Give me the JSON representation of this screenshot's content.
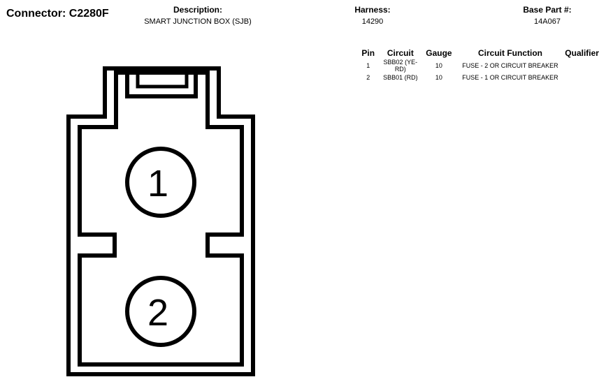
{
  "connector": {
    "label": "Connector:",
    "id": "C2280F"
  },
  "description": {
    "label": "Description:",
    "value": "SMART JUNCTION BOX (SJB)"
  },
  "harness": {
    "label": "Harness:",
    "value": "14290"
  },
  "base_part": {
    "label": "Base Part #:",
    "value": "14A067"
  },
  "pin_table": {
    "headers": {
      "pin": "Pin",
      "circuit": "Circuit",
      "gauge": "Gauge",
      "function": "Circuit Function",
      "qualifier": "Qualifier"
    },
    "rows": [
      {
        "pin": "1",
        "circuit": "SBB02 (YE-RD)",
        "gauge": "10",
        "function": "FUSE - 2 OR CIRCUIT BREAKER",
        "qualifier": ""
      },
      {
        "pin": "2",
        "circuit": "SBB01 (RD)",
        "gauge": "10",
        "function": "FUSE - 1 OR CIRCUIT BREAKER",
        "qualifier": ""
      }
    ]
  },
  "diagram": {
    "pin_labels": [
      "1",
      "2"
    ]
  }
}
